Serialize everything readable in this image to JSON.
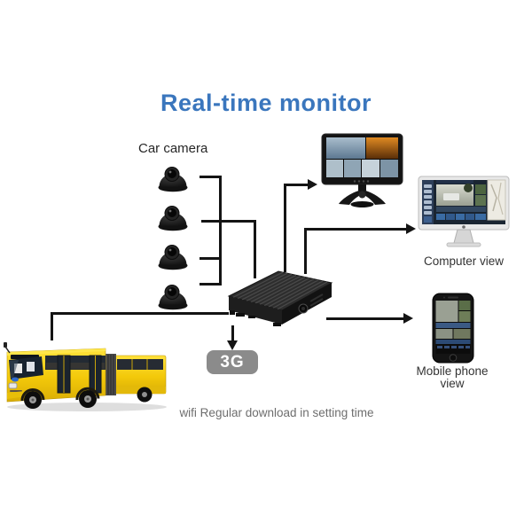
{
  "title": "Real-time monitor",
  "camera_group": {
    "label": "Car camera",
    "count": 4
  },
  "network_badge": {
    "label": "3G",
    "bg": "#8b8b8b",
    "fg": "#ffffff"
  },
  "outputs": {
    "car_monitor": {
      "icon": "car-monitor-icon"
    },
    "computer": {
      "label": "Computer view",
      "icon": "desktop-computer-icon"
    },
    "mobile": {
      "label_line1": "Mobile phone",
      "label_line2": "view",
      "icon": "smartphone-icon"
    }
  },
  "vehicle": {
    "icon": "bus-icon",
    "color": "#f3c90a"
  },
  "dvr": {
    "icon": "mobile-dvr-icon"
  },
  "footnote": "wifi Regular download in setting time",
  "colors": {
    "title_blue": "#3a76bd",
    "connector_line": "#141414",
    "label_dark": "#262626",
    "footnote_gray": "#6e6e6e"
  }
}
